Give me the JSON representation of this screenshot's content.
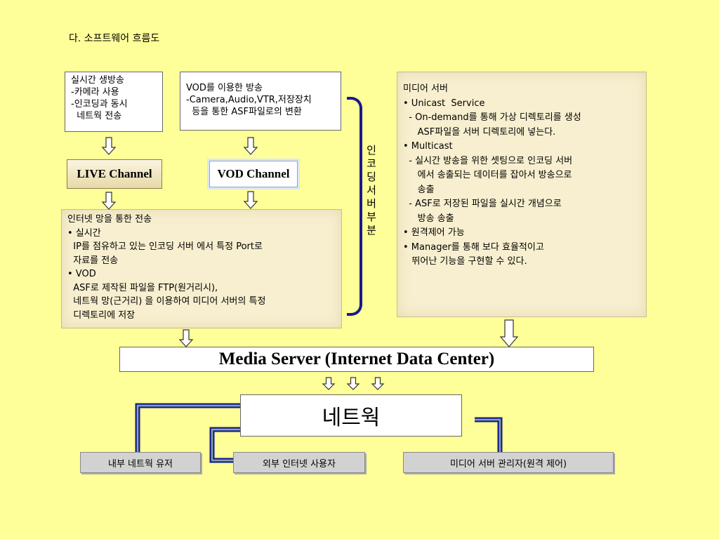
{
  "title": "다. 소프트웨어 흐름도",
  "live_box": {
    "lines": [
      "실시간 생방송",
      "-카메라 사용",
      "-인코딩과 동시",
      "  네트웍 전송"
    ]
  },
  "vod_box": {
    "lines": [
      "VOD를 이용한 방송",
      "-Camera,Audio,VTR,저장장치",
      "  등을 통한 ASF파일로의 변환"
    ]
  },
  "live_channel": "LIVE Channel",
  "vod_channel": "VOD Channel",
  "transfer_box": {
    "lines": [
      "인터넷 망을 통한 전송",
      "• 실시간",
      "  IP를 점유하고 있는 인코딩 서버 에서 특정 Port로",
      "  자료를 전송",
      "• VOD",
      "  ASF로 제작된 파일을 FTP(원거리시),",
      "  네트웍 망(근거리) 을 이용하여 미디어 서버의 특정",
      "  디렉토리에 저장"
    ]
  },
  "encoding_label": "인코딩서버부분",
  "media_server_box": {
    "lines": [
      "미디어 서버",
      "",
      "• Unicast  Service",
      "  - On-demand를 통해 가상 디렉토리를 생성",
      "     ASF파일을 서버 디렉토리에 넣는다.",
      "",
      "• Multicast",
      "  - 실시간 방송을 위한 셋팅으로 인코딩 서버",
      "     에서 송출되는 데이터를 잡아서 방송으로",
      "     송출",
      "  - ASF로 저장된 파일을 실시간 개념으로",
      "     방송 송출",
      "",
      "• 원격제어 가능",
      "• Manager를 통해 보다 효율적이고",
      "   뛰어난 기능을 구현할 수 있다."
    ]
  },
  "media_server": "Media Server (Internet Data Center)",
  "network": "네트웍",
  "bottom": {
    "internal": "내부 네트웍 유저",
    "external": "외부 인터넷 사용자",
    "admin": "미디어 서버 관리자(원격 제어)"
  }
}
